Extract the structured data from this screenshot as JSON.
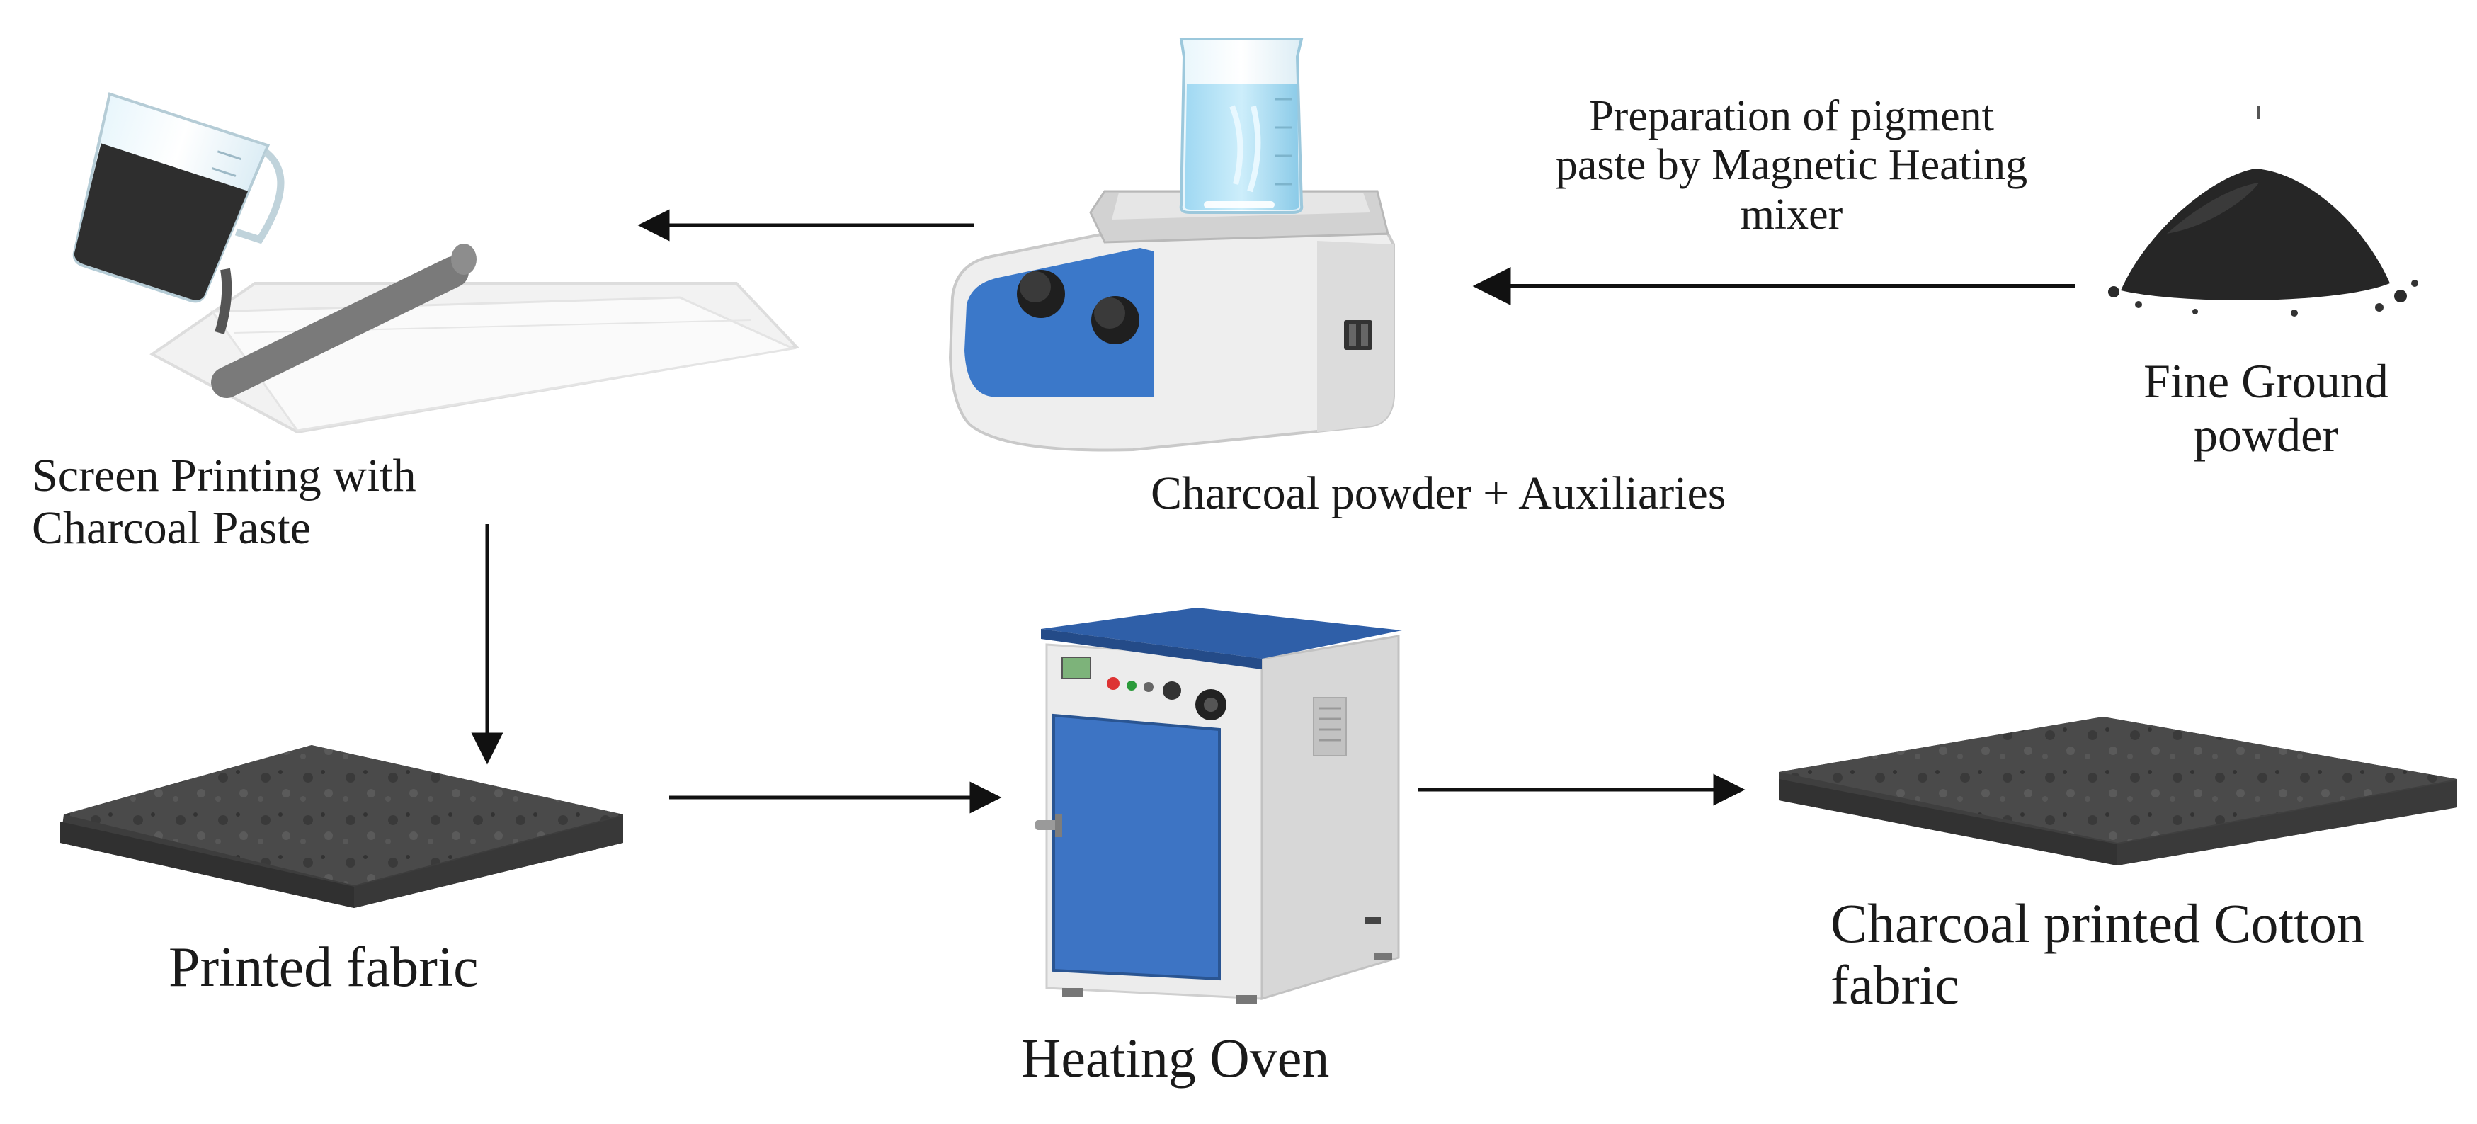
{
  "step_labels": {
    "fine_ground": [
      "Fine Ground",
      "powder"
    ],
    "preparation": [
      "Preparation of pigment",
      "paste by Magnetic Heating",
      "mixer"
    ],
    "stirrer_caption": "Charcoal powder + Auxiliaries",
    "screen_printing": [
      "Screen Printing with",
      "Charcoal Paste"
    ],
    "printed_fabric": "Printed fabric",
    "heating_oven": "Heating Oven",
    "final_fabric": [
      "Charcoal printed Cotton",
      "fabric"
    ]
  },
  "colors": {
    "arrow": "#111111",
    "charcoal": "#2b2b2b",
    "fabric": "#4a4a4a",
    "stirrer_panel": "#3b78c9",
    "oven_top": "#2f5fa8",
    "oven_door": "#3d74c4",
    "liquid": "#bfe6f7"
  },
  "icons": [
    "charcoal-powder-pile-icon",
    "magnetic-stirrer-icon",
    "screen-printing-icon",
    "printed-fabric-icon",
    "heating-oven-icon",
    "charcoal-cotton-fabric-icon"
  ]
}
